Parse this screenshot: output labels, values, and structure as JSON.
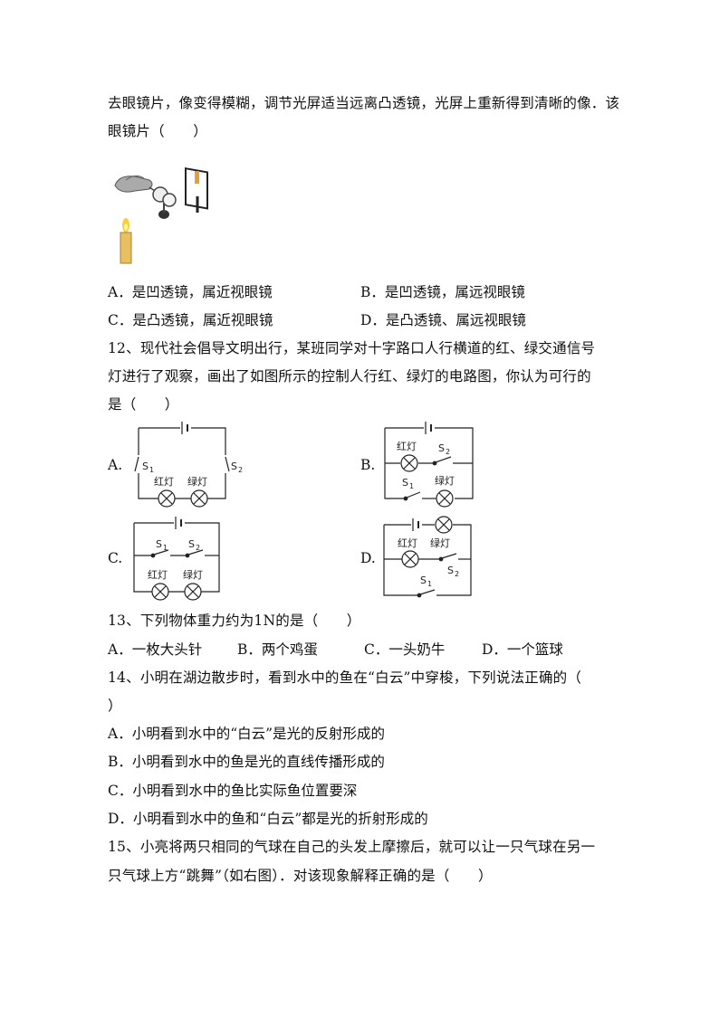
{
  "q11": {
    "line1": "去眼镜片，像变得模糊，调节光屏适当远离凸透镜，光屏上重新得到清晰的像．该",
    "line2": "眼镜片（　　）",
    "options": {
      "A": "A．是凹透镜，属近视眼镜",
      "B": "B．是凹透镜，属远视眼镜",
      "C": "C．是凸透镜，属近视眼镜",
      "D": "D．是凸透镜、属远视眼镜"
    }
  },
  "q12": {
    "line1": "12、现代社会倡导文明出行，某班同学对十字路口人行横道的红、绿交通信号",
    "line2": "灯进行了观察，画出了如图所示的控制人行红、绿灯的电路图，你认为可行的",
    "line3": "是（　　）",
    "labels": {
      "A": "A.",
      "B": "B.",
      "C": "C.",
      "D": "D."
    },
    "circuit": {
      "red": "红灯",
      "green": "绿灯",
      "s1": "S",
      "s2": "S",
      "sub1": "1",
      "sub2": "2"
    }
  },
  "q13": {
    "line1": "13、下列物体重力约为1N的是（　　）",
    "options": {
      "A": "A．一枚大头针",
      "B": "B．两个鸡蛋",
      "C": "C．一头奶牛",
      "D": "D．一个篮球"
    }
  },
  "q14": {
    "line1": "14、小明在湖边散步时，看到水中的鱼在“白云”中穿梭，下列说法正确的（",
    "line2": "）",
    "options": {
      "A": "A．小明看到水中的“白云”是光的反射形成的",
      "B": "B．小明看到水中的鱼是光的直线传播形成的",
      "C": "C．小明看到水中的鱼比实际鱼位置要深",
      "D": "D．小明看到水中的鱼和“白云”都是光的折射形成的"
    }
  },
  "q15": {
    "line1": "15、小亮将两只相同的气球在自己的头发上摩擦后，就可以让一只气球在另一",
    "line2": "只气球上方“跳舞”（如右图）．对该现象解释正确的是（　　）"
  }
}
